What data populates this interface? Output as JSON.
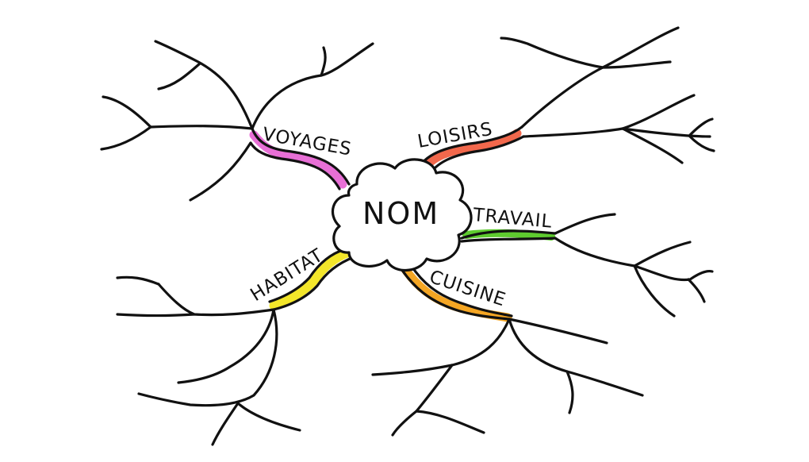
{
  "center": {
    "label": "NOM",
    "icon": "cloud-shape"
  },
  "branches": [
    {
      "id": "voyages",
      "label": "VOYAGES",
      "color": "#e86fd6"
    },
    {
      "id": "loisirs",
      "label": "LOISIRS",
      "color": "#f2684c"
    },
    {
      "id": "travail",
      "label": "TRAVAIL",
      "color": "#5ecb2f"
    },
    {
      "id": "cuisine",
      "label": "CUISINE",
      "color": "#f5a623"
    },
    {
      "id": "habitat",
      "label": "HABITAT",
      "color": "#f3e62a"
    }
  ]
}
